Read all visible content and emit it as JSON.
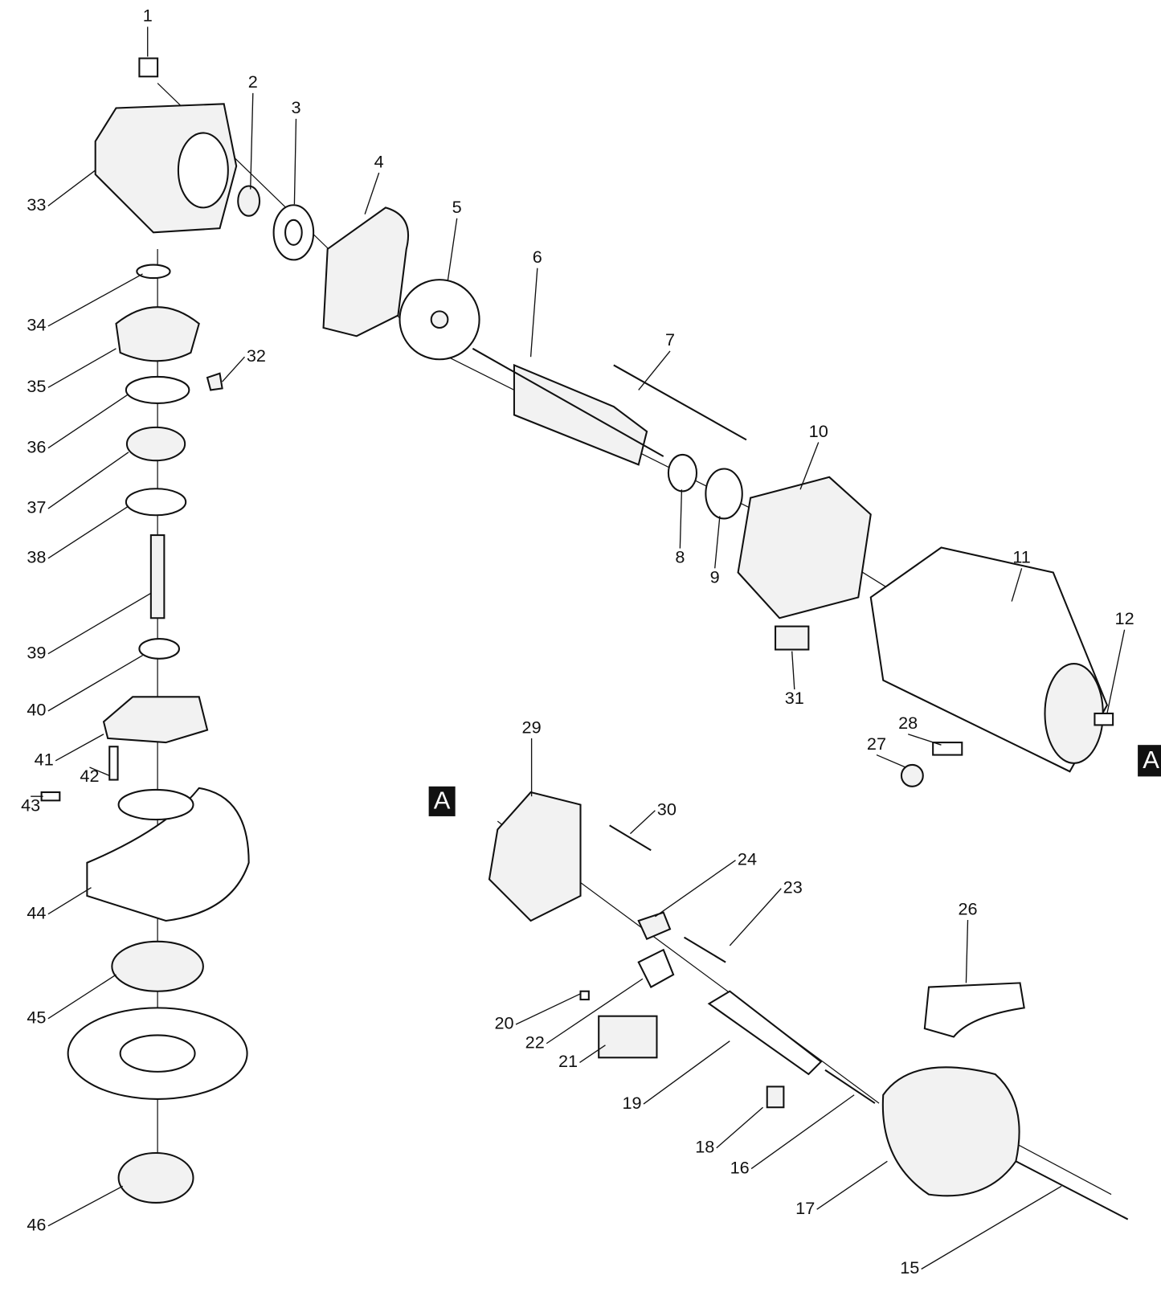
{
  "diagram": {
    "type": "exploded-parts-view",
    "callouts": [
      "1",
      "2",
      "3",
      "4",
      "5",
      "6",
      "7",
      "8",
      "9",
      "10",
      "11",
      "12",
      "15",
      "16",
      "17",
      "18",
      "19",
      "20",
      "21",
      "22",
      "23",
      "24",
      "26",
      "27",
      "28",
      "29",
      "30",
      "31",
      "32",
      "33",
      "34",
      "35",
      "36",
      "37",
      "38",
      "39",
      "40",
      "41",
      "42",
      "43",
      "44",
      "45",
      "46"
    ],
    "reference_marker": "A"
  }
}
